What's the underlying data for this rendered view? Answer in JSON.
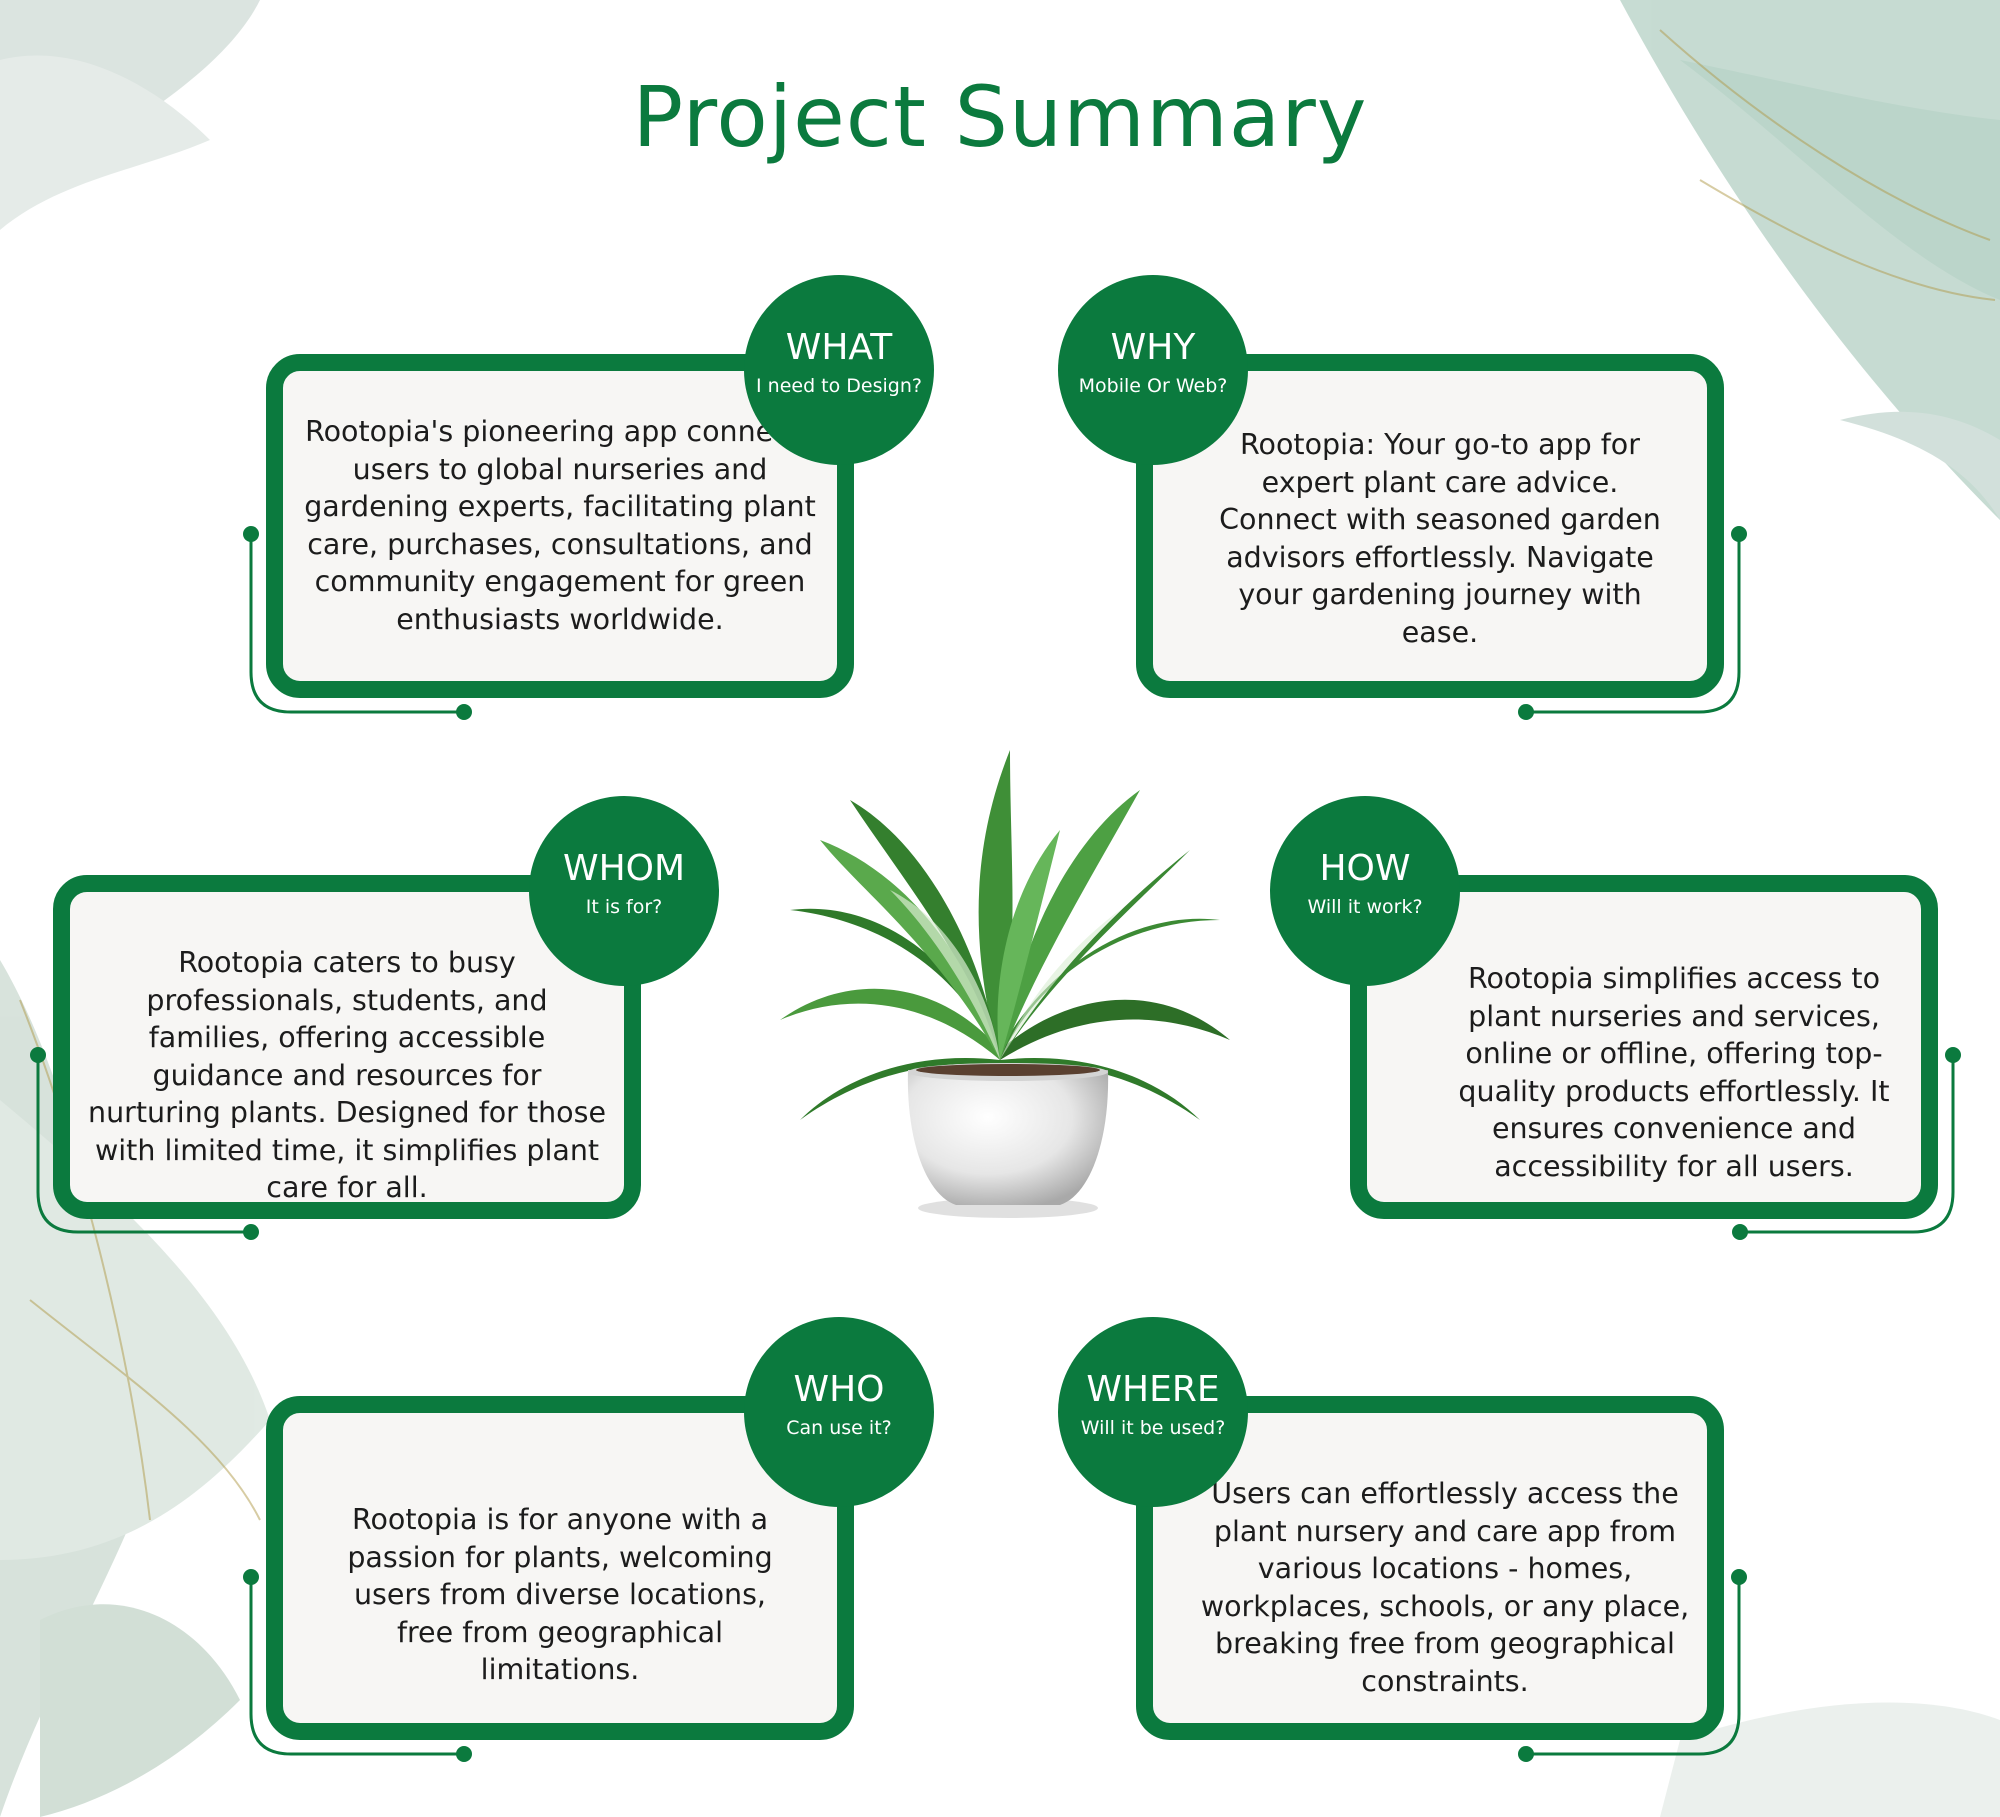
{
  "title": "Project Summary",
  "colors": {
    "accent": "#0b7a3e",
    "card_bg": "#f7f6f4",
    "text": "#1c1c1c"
  },
  "cards": [
    {
      "key": "what",
      "badge_title": "WHAT",
      "badge_sub": "I need to Design?",
      "text": "Rootopia's pioneering app connects users to global nurseries and gardening experts, facilitating plant care, purchases, consultations, and community engagement for green enthusiasts worldwide."
    },
    {
      "key": "why",
      "badge_title": "WHY",
      "badge_sub": "Mobile Or Web?",
      "text": "Rootopia: Your go-to app for expert plant care advice. Connect with seasoned garden advisors effortlessly. Navigate your gardening journey with ease."
    },
    {
      "key": "whom",
      "badge_title": "WHOM",
      "badge_sub": "It is for?",
      "text": "Rootopia caters to busy professionals, students, and families, offering accessible guidance and resources for nurturing plants. Designed for those with limited time, it simplifies plant care for all."
    },
    {
      "key": "how",
      "badge_title": "HOW",
      "badge_sub": "Will it work?",
      "text": "Rootopia simplifies access to plant nurseries and services, online or offline, offering top-quality products effortlessly. It ensures convenience and accessibility for all users."
    },
    {
      "key": "who",
      "badge_title": "WHO",
      "badge_sub": "Can use it?",
      "text": "Rootopia is for anyone with a passion for plants, welcoming users from diverse locations, free from geographical limitations."
    },
    {
      "key": "where",
      "badge_title": "WHERE",
      "badge_sub": "Will it be used?",
      "text": "Users can effortlessly access the plant nursery and care app from various locations - homes, workplaces, schools, or any place, breaking free from geographical constraints."
    }
  ],
  "icons": {
    "center_image": "potted-plant-illustration"
  }
}
